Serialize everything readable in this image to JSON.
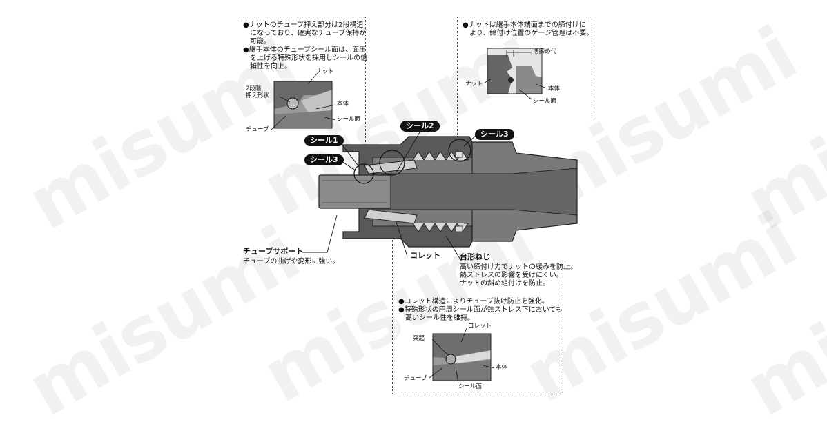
{
  "watermark": {
    "text": "misumi"
  },
  "colors": {
    "body": "#7a7a7a",
    "dark": "#4a4a4a",
    "light": "#d2d2d2",
    "tube": "#8c8c8c",
    "bore": "#666666",
    "pill": "#111111"
  },
  "top_left_notes": [
    "●ナットのチューブ押え部分は2段構造",
    "　になっており、確実なチューブ保持が",
    "　可能。",
    "●継手本体のチューブシール面は、面圧",
    "　を上げる特殊形状を採用しシールの信",
    "　頼性を向上。"
  ],
  "detail1": {
    "nut": "ナット",
    "two_step_1": "2段階",
    "two_step_2": "押え形状",
    "body": "本体",
    "seal_face": "シール面",
    "tube": "チューブ"
  },
  "top_right_notes": [
    "●ナットは継手本体端面までの締付けに",
    "　より、締付け位置のゲージ管理は不要。"
  ],
  "detail2": {
    "extra": "増締め代",
    "nut": "ナット",
    "body": "本体",
    "seal_face": "シール面"
  },
  "seals": {
    "seal1": "シール1",
    "seal3a": "シール3",
    "seal2": "シール2",
    "seal3b": "シール3"
  },
  "tube_support": {
    "title": "チューブサポート",
    "desc": "チューブの曲げや変形に強い。"
  },
  "collet": {
    "title": "コレット"
  },
  "trapezoid": {
    "title": "台形ねじ",
    "lines": [
      "高い締付け力でナットの緩みを防止。",
      "熱ストレスの影響を受けにくい。",
      "ナットの斜め組付けを防止。"
    ]
  },
  "bottom_notes": [
    "●コレット構造によりチューブ抜け防止を強化。",
    "●特殊形状の円周シール面が熱ストレス下においても",
    "　高いシール性を維持。"
  ],
  "detail3": {
    "collet": "コレット",
    "bump": "突起",
    "body": "本体",
    "tube": "チューブ",
    "seal_face": "シール面"
  }
}
